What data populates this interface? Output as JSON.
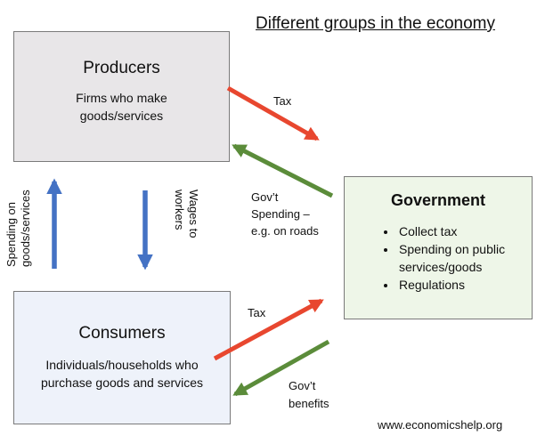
{
  "title": "Different groups in the economy",
  "producers": {
    "title": "Producers",
    "description": [
      "Firms who make",
      "goods/services"
    ]
  },
  "consumers": {
    "title": "Consumers",
    "description": [
      "Individuals/households who",
      "purchase goods and services"
    ]
  },
  "government": {
    "title": "Government",
    "bullets": [
      "Collect tax",
      "Spending on public",
      "services/goods",
      "Regulations"
    ]
  },
  "flows": {
    "tax_top": "Tax",
    "gov_spending": [
      "Gov’t",
      "Spending –",
      "e.g. on roads"
    ],
    "spending_on_goods": [
      "Spending on",
      "goods/services"
    ],
    "wages": [
      "Wages to",
      "workers"
    ],
    "tax_bottom": "Tax",
    "gov_benefits": [
      "Gov’t",
      "benefits"
    ]
  },
  "credit": "www.economicshelp.org",
  "colors": {
    "red_arrow": "#e8472f",
    "green_arrow": "#5b8c3a",
    "blue_arrow": "#4472c4",
    "producers_fill": "#e8e6e8",
    "consumers_fill": "#eef2fa",
    "government_fill": "#eef6e8"
  }
}
